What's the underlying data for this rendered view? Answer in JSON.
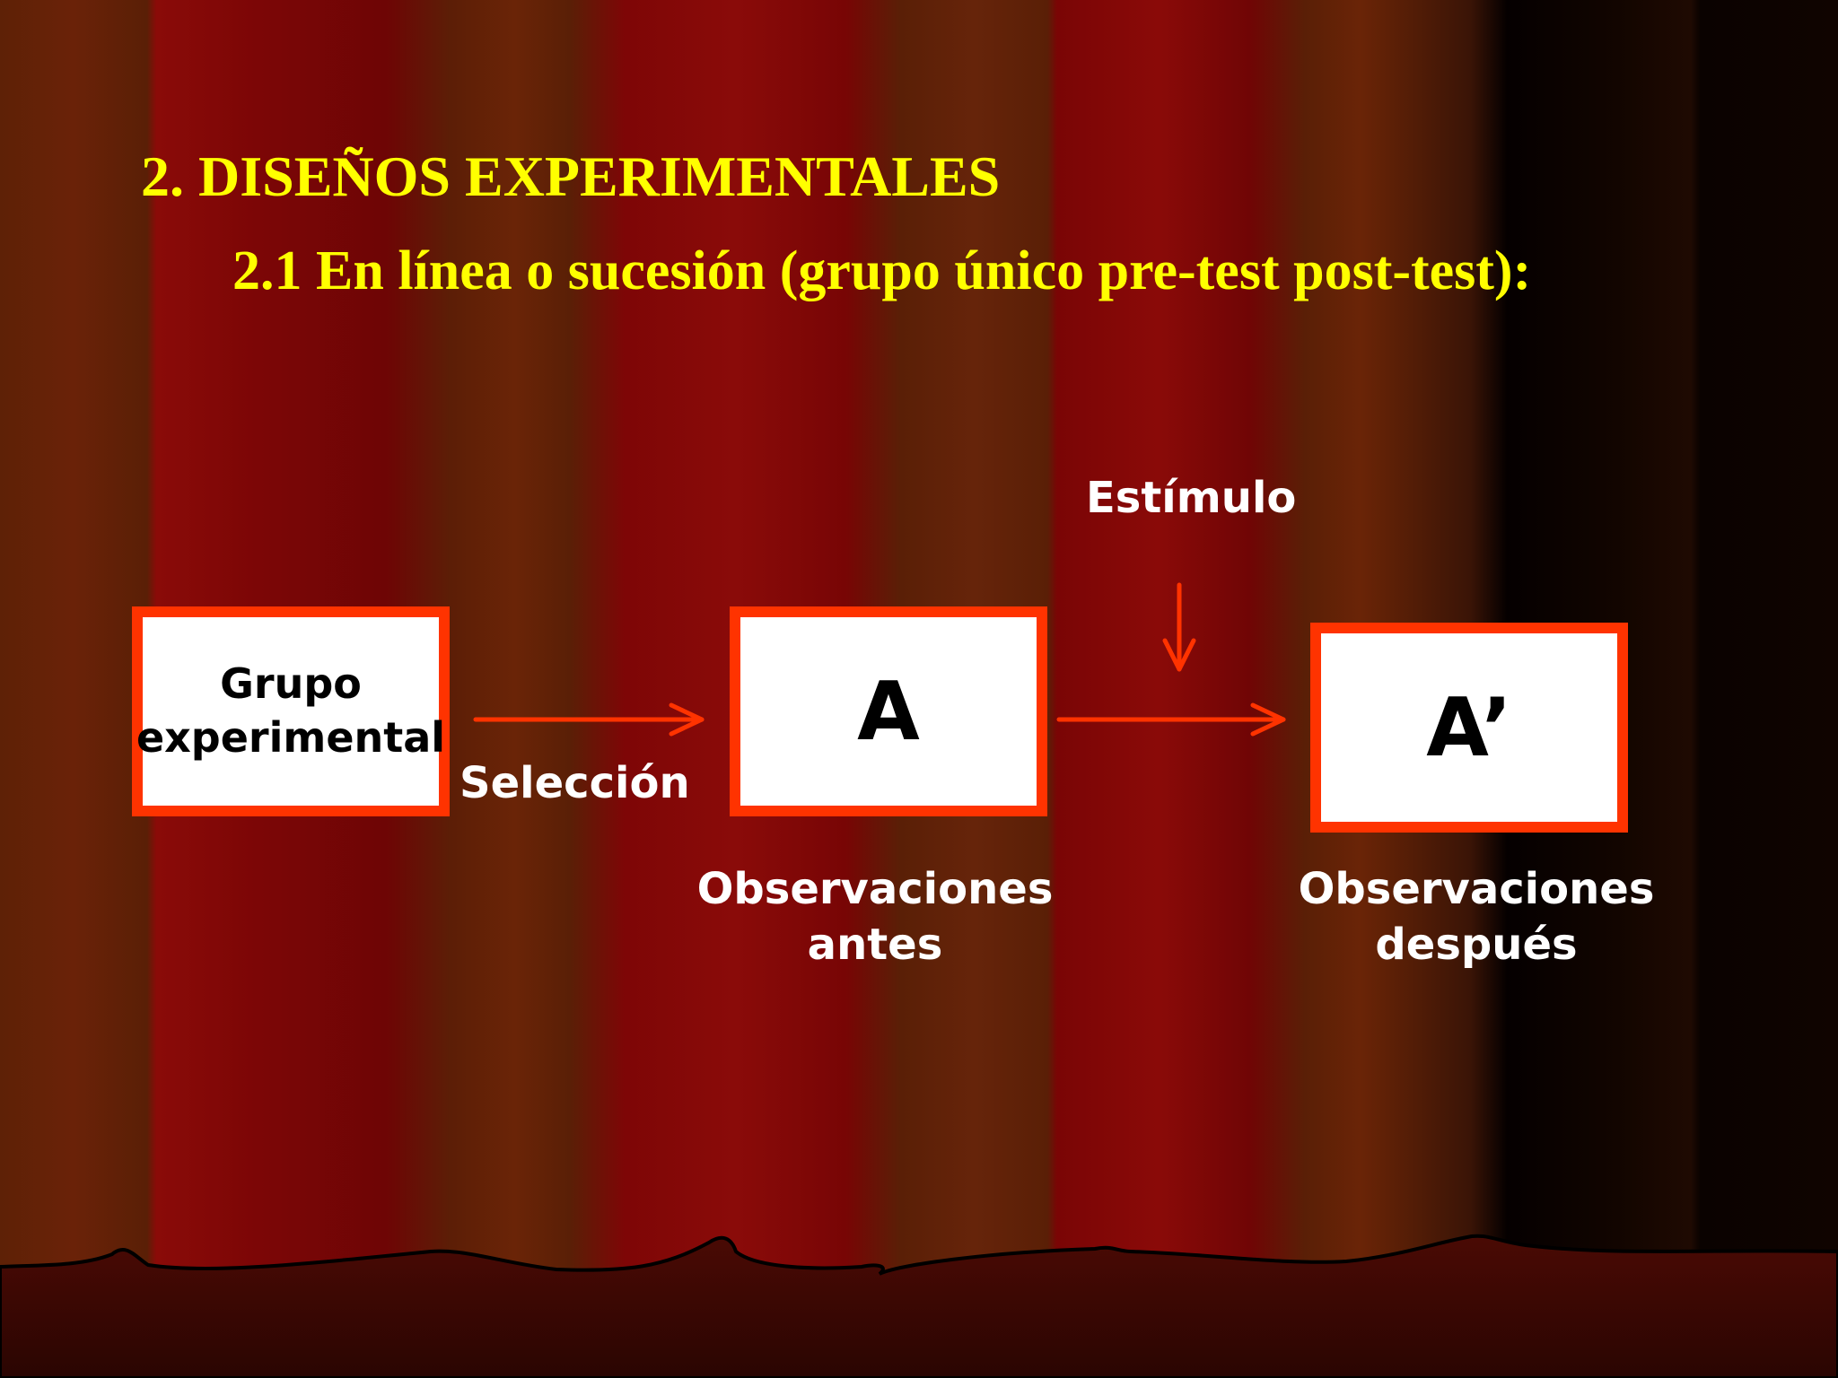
{
  "slide": {
    "title": "2. DISEÑOS EXPERIMENTALES",
    "subtitle": "2.1 En línea o sucesión (grupo único pre-test post-test):"
  },
  "diagram": {
    "nodes": {
      "grupo": {
        "line1": "Grupo",
        "line2": "experimental"
      },
      "a": "A",
      "a_prime": "A’"
    },
    "labels": {
      "seleccion": "Selección",
      "estimulo": "Estímulo",
      "obs_antes": {
        "line1": "Observaciones",
        "line2": "antes"
      },
      "obs_despues": {
        "line1": "Observaciones",
        "line2": "después"
      }
    }
  },
  "colors": {
    "title": "#ffff00",
    "box_border": "#ff3300",
    "arrow": "#ff3300",
    "label_text": "#ffffff",
    "curtain_red": "#8a0b08",
    "curtain_brown": "#5a1f06"
  }
}
